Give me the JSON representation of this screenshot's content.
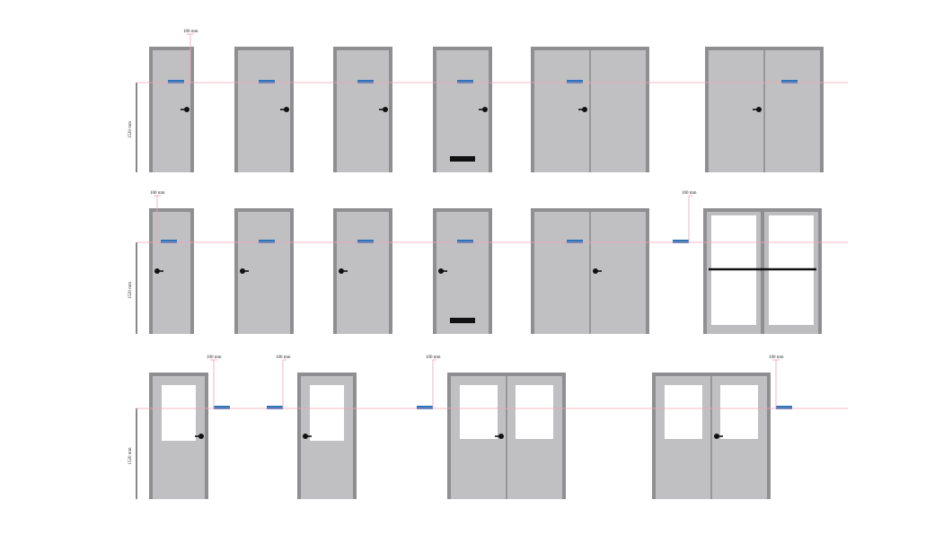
{
  "labels": {
    "offset": "100 mm",
    "height": "1520 mm"
  },
  "colors": {
    "frame": "#8f8f92",
    "leaf": "#c0c0c2",
    "sign": "#2e74ba",
    "guide": "#f0a3b4",
    "handle": "#111111",
    "window": "#ffffff"
  },
  "rows": [
    {
      "doors": [
        {
          "type": "single",
          "handle": "right",
          "sign": "on-door",
          "offset_label": true
        },
        {
          "type": "single",
          "handle": "right",
          "sign": "on-door"
        },
        {
          "type": "single",
          "handle": "right",
          "sign": "on-door"
        },
        {
          "type": "single",
          "handle": "right",
          "sign": "on-door",
          "kickplate": true
        },
        {
          "type": "double",
          "handle": "center-left",
          "sign": "left-leaf"
        },
        {
          "type": "double",
          "handle": "center-left",
          "sign": "right-leaf"
        }
      ]
    },
    {
      "doors": [
        {
          "type": "single",
          "handle": "left",
          "sign": "on-door",
          "offset_label": true
        },
        {
          "type": "single",
          "handle": "left",
          "sign": "on-door"
        },
        {
          "type": "single",
          "handle": "left",
          "sign": "on-door"
        },
        {
          "type": "single",
          "handle": "left",
          "sign": "on-door",
          "kickplate": true
        },
        {
          "type": "double",
          "handle": "center-right",
          "sign": "left-leaf"
        },
        {
          "type": "glass-double",
          "sign": "wall-left",
          "offset_label": true
        }
      ]
    },
    {
      "doors": [
        {
          "type": "single-window",
          "handle": "right",
          "sign": "wall-right",
          "offset_label": true
        },
        {
          "type": "single-window",
          "handle": "left",
          "sign": "wall-left",
          "offset_label": true
        },
        {
          "type": "double-window",
          "handle": "center-left",
          "sign": "wall-left",
          "offset_label": true
        },
        {
          "type": "double-window",
          "handle": "center-right",
          "sign": "wall-right",
          "offset_label": true
        }
      ]
    }
  ]
}
